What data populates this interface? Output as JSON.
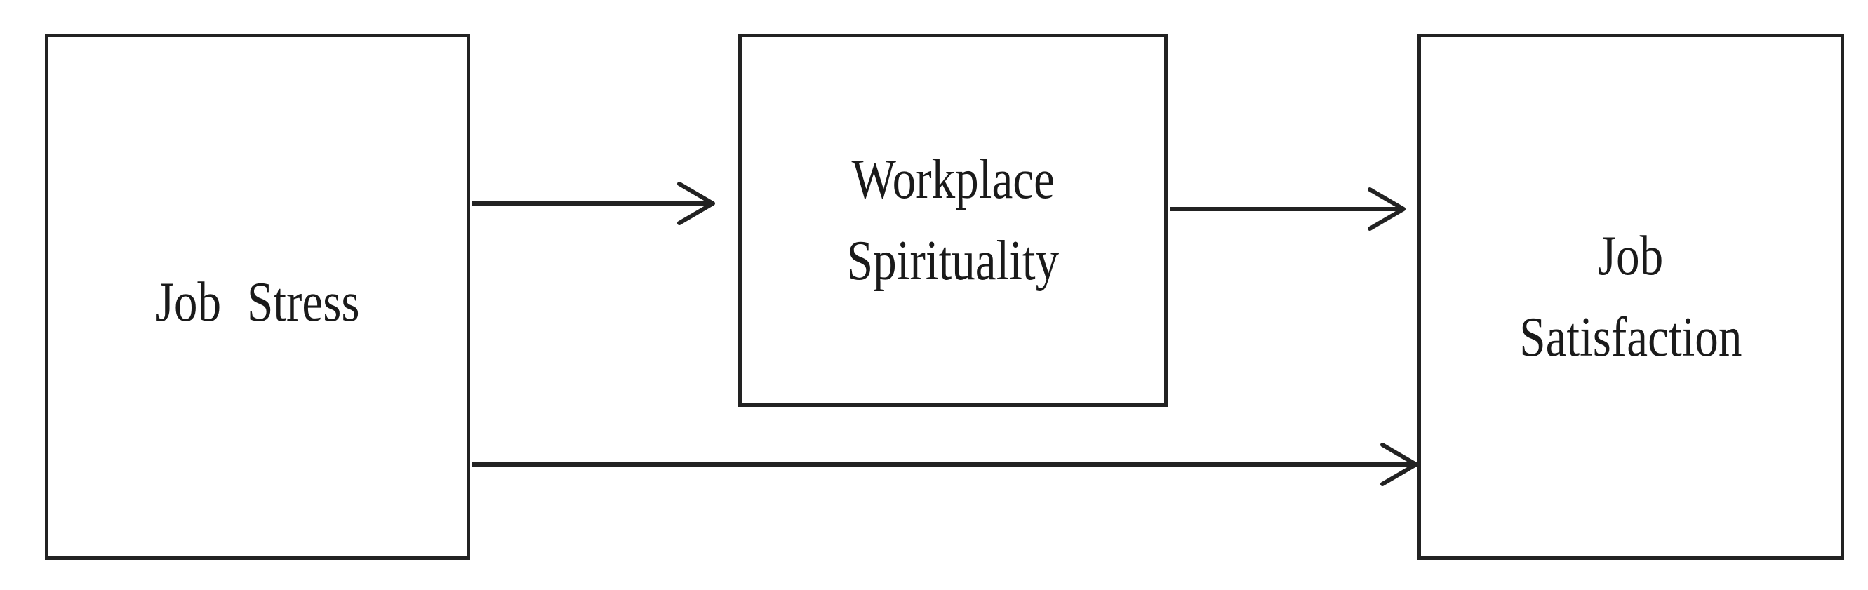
{
  "diagram": {
    "nodes": {
      "job_stress": {
        "lines": [
          "Job  Stress"
        ]
      },
      "workplace_spirituality": {
        "lines": [
          "Workplace",
          "Spirituality"
        ]
      },
      "job_satisfaction": {
        "lines": [
          "Job",
          "Satisfaction"
        ]
      }
    },
    "edges": [
      {
        "from": "Job Stress",
        "to": "Workplace Spirituality"
      },
      {
        "from": "Workplace Spirituality",
        "to": "Job Satisfaction"
      },
      {
        "from": "Job Stress",
        "to": "Job Satisfaction"
      }
    ],
    "colors": {
      "stroke": "#222222",
      "text": "#1a1a1a",
      "background": "#ffffff"
    }
  }
}
